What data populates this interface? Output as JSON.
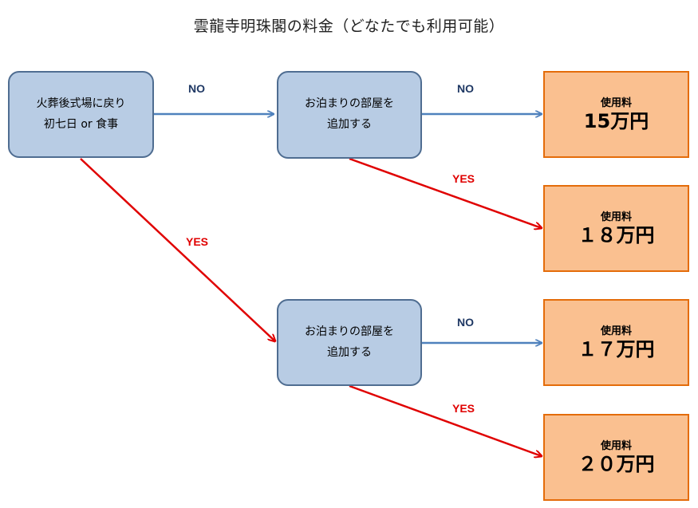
{
  "title": "雲龍寺明珠閣の料金（どなたでも利用可能）",
  "nodes": {
    "start": {
      "line1": "火葬後式場に戻り",
      "line2": "初七日 or 食事"
    },
    "room_top": {
      "line1": "お泊まりの部屋を",
      "line2": "追加する"
    },
    "room_bottom": {
      "line1": "お泊まりの部屋を",
      "line2": "追加する"
    },
    "fee_15": {
      "label": "使用料",
      "price": "15万円"
    },
    "fee_18": {
      "label": "使用料",
      "price": "１８万円"
    },
    "fee_17": {
      "label": "使用料",
      "price": "１７万円"
    },
    "fee_20": {
      "label": "使用料",
      "price": "２０万円"
    }
  },
  "edge_labels": {
    "no": "NO",
    "yes": "YES"
  },
  "colors": {
    "decision_fill": "#b8cce4",
    "decision_border": "#4f6d91",
    "result_fill": "#fac090",
    "result_border": "#e46c0a",
    "no_arrow": "#4f81bd",
    "yes_arrow": "#e00000"
  }
}
